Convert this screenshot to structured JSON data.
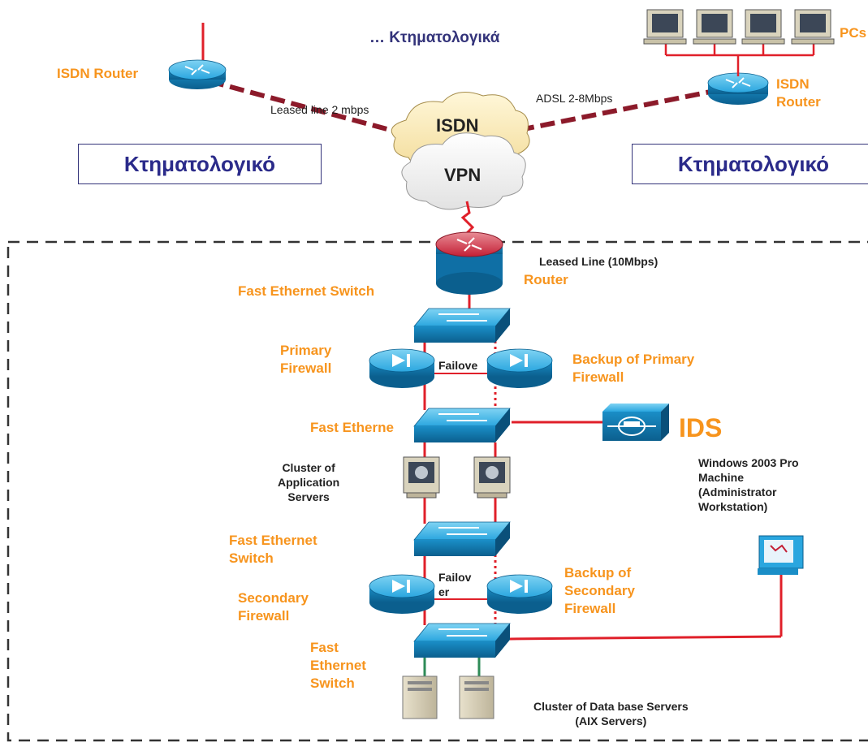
{
  "title": "… Κτηματολογικά",
  "colors": {
    "link": "#E0202A",
    "label": "#F7941D",
    "device": "#1E9BD7",
    "router_core": "#C8102E"
  },
  "labels": {
    "isdn_router_left": "ISDN Router",
    "pcs": "PCs",
    "isdn_router_right": "ISDN\nRouter",
    "leased_line_2": "Leased line 2 mbps",
    "adsl": "ADSL 2-8Mbps",
    "cloud_isdn": "ISDN",
    "cloud_vpn": "VPN",
    "office_left": "Κτηματολογικό",
    "office_right": "Κτηματολογικό",
    "leased_line_10": "Leased Line (10Mbps)",
    "router": "Router",
    "fast_ethernet_switch_1": "Fast Ethernet Switch",
    "primary_firewall": "Primary\nFirewall",
    "failover_1": "Failove",
    "backup_primary_firewall": "Backup of Primary\nFirewall",
    "fast_ethernet_2": "Fast Etherne",
    "ids": "IDS",
    "cluster_app": "Cluster of\nApplication\nServers",
    "windows_machine": "Windows 2003 Pro\nMachine\n(Administrator\nWorkstation)",
    "fast_ethernet_switch_3": "Fast Ethernet\nSwitch",
    "failover_2": "Failov\ner",
    "secondary_firewall": "Secondary\nFirewall",
    "backup_secondary_firewall": "Backup of\nSecondary\nFirewall",
    "fast_ethernet_switch_4": "Fast\nEthernet\nSwitch",
    "cluster_db": "Cluster of Data base Servers\n(AIX Servers)"
  },
  "icons": {
    "router": "router-icon",
    "switch": "switch-icon",
    "firewall": "firewall-icon",
    "server": "server-icon",
    "workstation": "workstation-icon",
    "ids": "ids-icon",
    "pc": "pc-icon",
    "cloud": "cloud-icon"
  }
}
